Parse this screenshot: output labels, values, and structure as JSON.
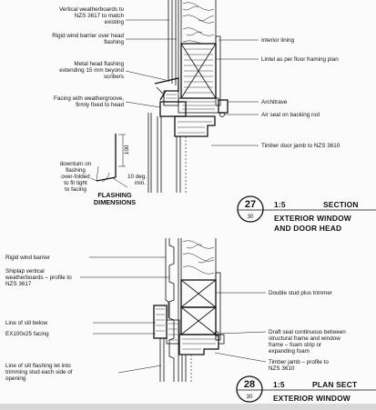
{
  "top_detail": {
    "left_labels": [
      "Vertical weatherboards to",
      "NZS 3617 to match",
      "existing",
      "Rigid wind barrier over head",
      "flashing",
      "Metal head flashing",
      "extending 15 mm beyond",
      "scribers",
      "Facing with weathergroove,",
      "firmly fixed to head"
    ],
    "right_labels": [
      "Interior lining",
      "Lintel as per floor framing plan",
      "Architrave",
      "Air seal on backing rod",
      "Timber door jamb to NZS 3610"
    ],
    "flashing_dims": {
      "note": [
        "downturn on",
        "flashing",
        "over-folded",
        "to fit tight",
        "to facing"
      ],
      "dim_100": "100",
      "angle": [
        "10 deg.",
        "min."
      ],
      "caption": [
        "FLASHING",
        "DIMENSIONS"
      ]
    },
    "callout": {
      "number": "27",
      "sheet": "30",
      "scale": "1:5",
      "type": "SECTION",
      "title": [
        "EXTERIOR WINDOW",
        "AND DOOR HEAD"
      ]
    }
  },
  "bottom_detail": {
    "left_labels": [
      "Rigid wind barrier",
      "Shiplap vertical",
      "weatherboards – profile to",
      "NZS 3617",
      "Line of sill below",
      "EX100x25 facing",
      "Line of sill flashing let into",
      "trimming stud each side of",
      "opening"
    ],
    "right_labels": [
      "Double stud plus trimmer",
      "Draft seal continuous between",
      "structural frame and window",
      "frame – foam strip or",
      "expanding foam",
      "Timber jamb – profile to",
      "NZS 3610"
    ],
    "callout": {
      "number": "28",
      "sheet": "30",
      "scale": "1:5",
      "type": "PLAN SECT",
      "title": [
        "EXTERIOR WINDOW"
      ]
    }
  }
}
